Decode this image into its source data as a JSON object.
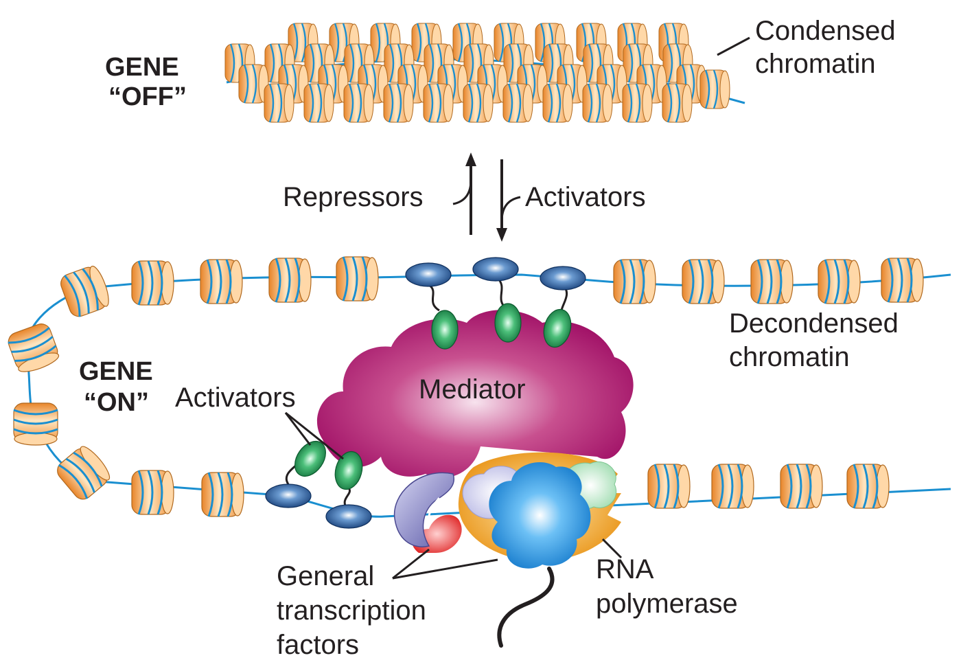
{
  "labels": {
    "gene_off_line1": "GENE",
    "gene_off_line2": "“OFF”",
    "gene_on_line1": "GENE",
    "gene_on_line2": "“ON”",
    "condensed_line1": "Condensed",
    "condensed_line2": "chromatin",
    "decondensed_line1": "Decondensed",
    "decondensed_line2": "chromatin",
    "repressors": "Repressors",
    "activators_top": "Activators",
    "activators_left": "Activators",
    "mediator": "Mediator",
    "gtf_line1": "General",
    "gtf_line2": "transcription",
    "gtf_line3": "factors",
    "rna_line1": "RNA",
    "rna_line2": "polymerase"
  },
  "colors": {
    "nucleosome": "#f5a04a",
    "dna": "#1a8fd0",
    "mediator": "#a8106a",
    "activator_blue": "#1f4f8c",
    "activator_green": "#1e8a4c",
    "polymerase": "#1a8fe0",
    "polymerase_ring": "#f0a020",
    "gtf_purple": "#7a78c0",
    "gtf_red": "#e83030"
  }
}
